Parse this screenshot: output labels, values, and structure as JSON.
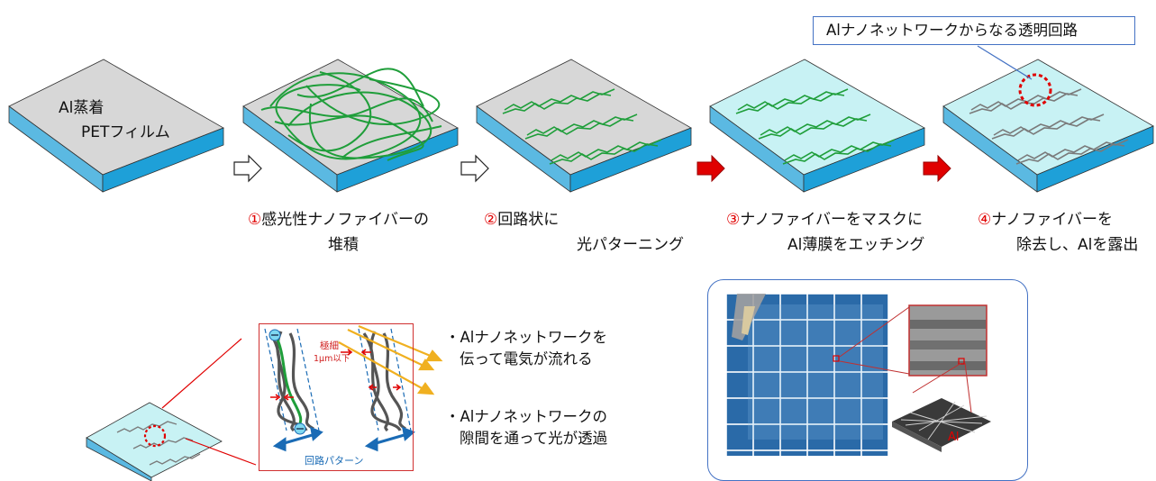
{
  "callout": {
    "text": "Alナノネットワークからなる透明回路"
  },
  "film_label": {
    "line1": "Al蒸着",
    "line2": "PETフィルム"
  },
  "steps": [
    {
      "num": "①",
      "line1": "感光性ナノファイバーの",
      "line2": "堆積"
    },
    {
      "num": "②",
      "line1": "回路状に",
      "line2": "光パターニング"
    },
    {
      "num": "③",
      "line1": "ナノファイバーをマスクに",
      "line2": "Al薄膜をエッチング"
    },
    {
      "num": "④",
      "line1": "ナノファイバーを",
      "line2": "除去し、Alを露出"
    }
  ],
  "inset": {
    "thin_label": "極細",
    "size_label": "1μm以下",
    "pattern_label": "回路パターン"
  },
  "bullets": [
    {
      "line1": "・Alナノネットワークを",
      "line2": "伝って電気が流れる"
    },
    {
      "line1": "・Alナノネットワークの",
      "line2": "隙間を通って光が透過"
    }
  ],
  "photo": {
    "al_label": "Al"
  },
  "colors": {
    "slab_side": "#1ea0d8",
    "film_top": "#d7d7d7",
    "etched_top": "#c8f2f4",
    "fiber": "#1f9e3a",
    "al_network": "#7a7a7a",
    "arrow_red": "#e00000",
    "callout_border": "#4472c4",
    "step_number": "#e00000"
  }
}
